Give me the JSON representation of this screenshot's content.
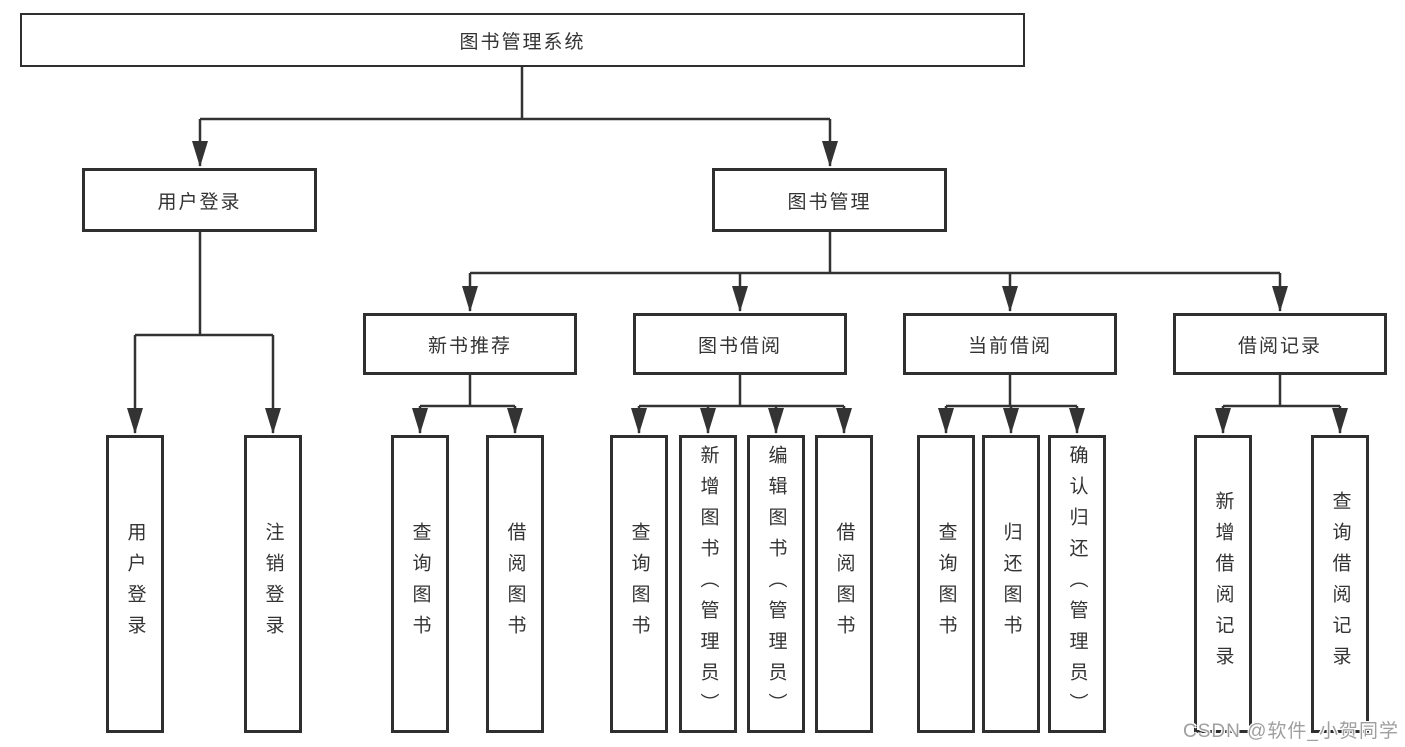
{
  "diagram_type": "functional-structure-tree",
  "colors": {
    "line": "#333333",
    "box_border": "#2f2f2f",
    "text": "#333333",
    "watermark_text": "#9f9f9f",
    "background": "#ffffff"
  },
  "tree": {
    "root": {
      "label": "图书管理系统",
      "children": [
        {
          "label": "用户登录",
          "children": [
            {
              "label": "用户登录"
            },
            {
              "label": "注销登录"
            }
          ]
        },
        {
          "label": "图书管理",
          "children": [
            {
              "label": "新书推荐",
              "children": [
                {
                  "label": "查询图书"
                },
                {
                  "label": "借阅图书"
                }
              ]
            },
            {
              "label": "图书借阅",
              "children": [
                {
                  "label": "查询图书"
                },
                {
                  "label": "新增图书（管理员）"
                },
                {
                  "label": "编辑图书（管理员）"
                },
                {
                  "label": "借阅图书"
                }
              ]
            },
            {
              "label": "当前借阅",
              "children": [
                {
                  "label": "查询图书"
                },
                {
                  "label": "归还图书"
                },
                {
                  "label": "确认归还（管理员）"
                }
              ]
            },
            {
              "label": "借阅记录",
              "children": [
                {
                  "label": "新增借阅记录"
                },
                {
                  "label": "查询借阅记录"
                }
              ]
            }
          ]
        }
      ]
    }
  },
  "watermark": {
    "text": "CSDN @软件_小贺同学"
  }
}
